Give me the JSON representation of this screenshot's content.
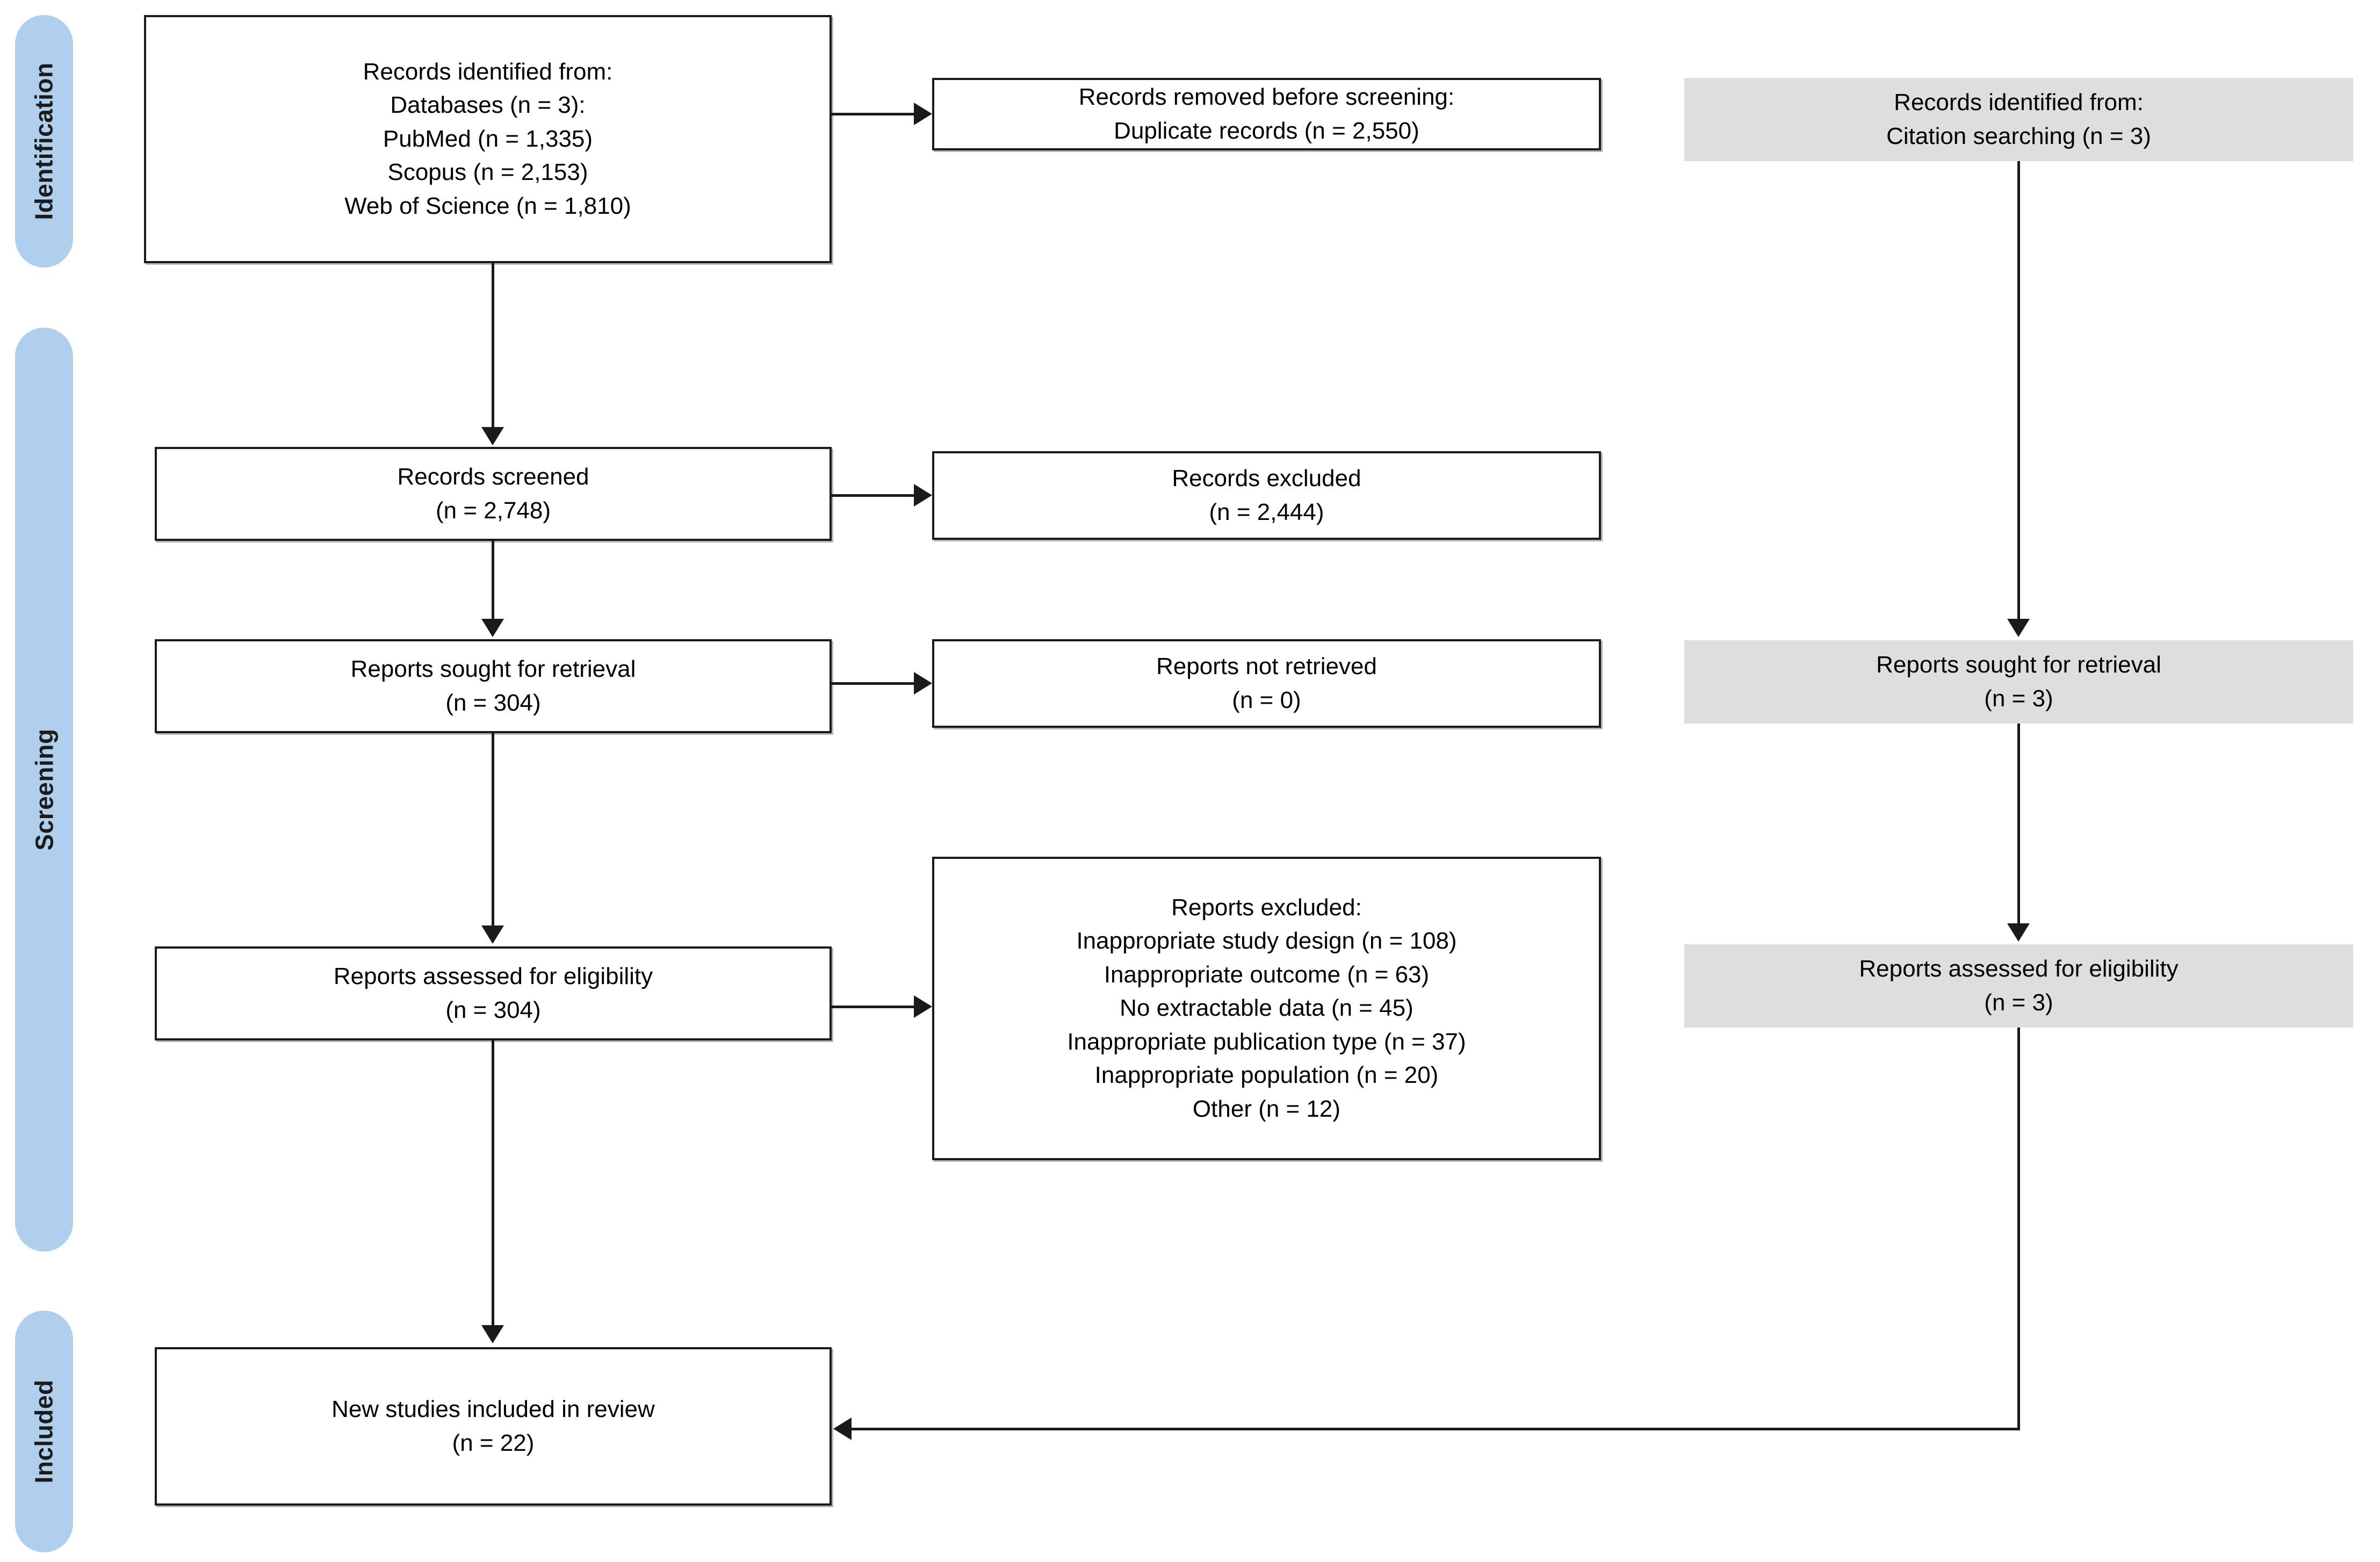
{
  "diagram": {
    "type": "prisma-flow-diagram",
    "accent_color": "#AFCFEC",
    "box_fill_white": "#FFFFFF",
    "box_fill_gray": "#DEDEDE",
    "line_color": "#1A1A1A"
  },
  "phases": [
    {
      "id": "identification",
      "label": "Identification"
    },
    {
      "id": "screening",
      "label": "Screening"
    },
    {
      "id": "included",
      "label": "Included"
    }
  ],
  "boxes": {
    "records_identified": {
      "lines": [
        "Records identified from:",
        "Databases (n = 3):",
        "PubMed (n = 1,335)",
        "Scopus (n = 2,153)",
        "Web of Science (n = 1,810)"
      ]
    },
    "records_removed": {
      "lines": [
        "Records removed before screening:",
        "Duplicate records (n = 2,550)"
      ]
    },
    "records_identified_citation": {
      "lines": [
        "Records identified from:",
        "Citation searching (n = 3)"
      ]
    },
    "records_screened": {
      "lines": [
        "Records screened",
        "(n = 2,748)"
      ]
    },
    "records_excluded": {
      "lines": [
        "Records excluded",
        "(n = 2,444)"
      ]
    },
    "reports_sought": {
      "lines": [
        "Reports sought for retrieval",
        "(n = 304)"
      ]
    },
    "reports_not_retrieved": {
      "lines": [
        "Reports not retrieved",
        "(n = 0)"
      ]
    },
    "reports_sought_citation": {
      "lines": [
        "Reports sought for retrieval",
        "(n = 3)"
      ]
    },
    "reports_assessed": {
      "lines": [
        "Reports assessed for eligibility",
        "(n = 304)"
      ]
    },
    "reports_excluded": {
      "lines": [
        "Reports excluded:",
        "Inappropriate study design (n = 108)",
        "Inappropriate outcome (n = 63)",
        "No extractable data (n = 45)",
        "Inappropriate publication type (n = 37)",
        "Inappropriate population (n = 20)",
        "Other (n = 12)"
      ]
    },
    "reports_assessed_citation": {
      "lines": [
        "Reports assessed for eligibility",
        "(n = 3)"
      ]
    },
    "new_studies_included": {
      "lines": [
        "New studies included in review",
        "(n = 22)"
      ]
    }
  },
  "counts": {
    "databases": 3,
    "pubmed": 1335,
    "scopus": 2153,
    "web_of_science": 1810,
    "duplicates_removed": 2550,
    "citation_searching_identified": 3,
    "records_screened": 2748,
    "records_excluded": 2444,
    "reports_sought": 304,
    "reports_not_retrieved": 0,
    "reports_sought_citation": 3,
    "reports_assessed": 304,
    "reports_assessed_citation": 3,
    "excluded_study_design": 108,
    "excluded_outcome": 63,
    "excluded_no_data": 45,
    "excluded_publication_type": 37,
    "excluded_population": 20,
    "excluded_other": 12,
    "new_studies_included": 22
  }
}
